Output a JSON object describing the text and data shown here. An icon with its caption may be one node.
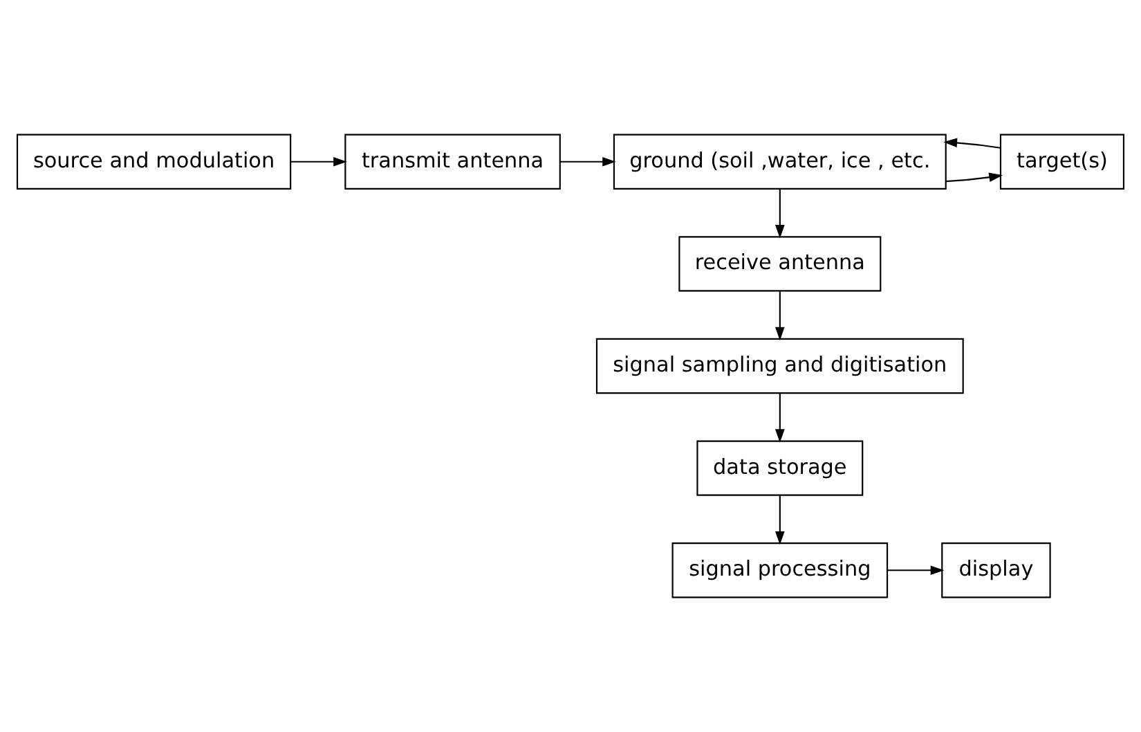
{
  "diagram": {
    "nodes": [
      {
        "text": [
          "source and modulation"
        ]
      },
      {
        "text": [
          "transmit antenna"
        ]
      },
      {
        "text": [
          "ground (soil ,water, ice , etc."
        ]
      },
      {
        "text": [
          "target(s)"
        ]
      },
      {
        "text": [
          "receive antenna"
        ]
      },
      {
        "text": [
          "signal sampling and digitisation"
        ]
      },
      {
        "text": [
          "data storage"
        ]
      },
      {
        "text": [
          "signal processing"
        ]
      },
      {
        "text": [
          "display"
        ]
      }
    ],
    "edges": [
      {
        "from": 0,
        "to": 1,
        "arrow": "to"
      },
      {
        "from": 1,
        "to": 2,
        "arrow": "to"
      },
      {
        "from": 2,
        "to": 3,
        "arrow": "to"
      },
      {
        "from": 3,
        "to": 2,
        "arrow": "to"
      },
      {
        "from": 2,
        "to": 4,
        "arrow": "to"
      },
      {
        "from": 4,
        "to": 5,
        "arrow": "to"
      },
      {
        "from": 5,
        "to": 6,
        "arrow": "to"
      },
      {
        "from": 6,
        "to": 7,
        "arrow": "to"
      },
      {
        "from": 7,
        "to": 8,
        "arrow": "to"
      }
    ]
  }
}
